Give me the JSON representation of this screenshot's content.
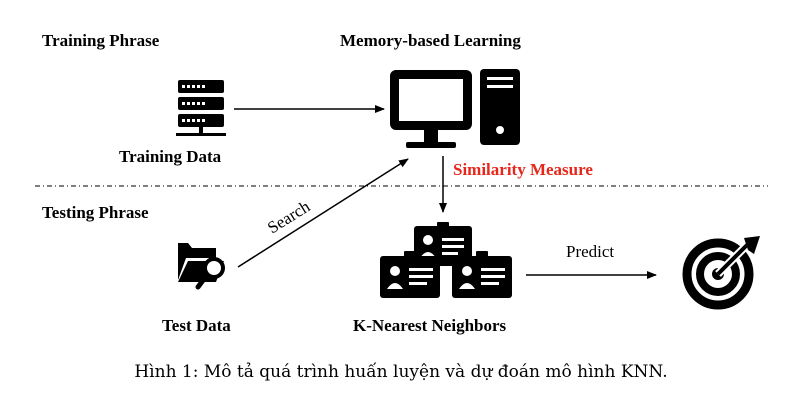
{
  "phases": {
    "training": "Training Phrase",
    "testing": "Testing Phrase"
  },
  "nodes": {
    "memory": "Memory-based Learning",
    "training_data": "Training Data",
    "test_data": "Test Data",
    "similarity": "Similarity Measure",
    "knn": "K-Nearest Neighbors"
  },
  "edges": {
    "search": "Search",
    "predict": "Predict"
  },
  "caption": "Hình 1: Mô tả quá trình huấn luyện và dự đoán mô hình KNN.",
  "colors": {
    "accent": "#e5271c",
    "ink": "#000000"
  },
  "icons": [
    "server-icon",
    "computer-icon",
    "folder-search-icon",
    "people-group-icon",
    "target-icon"
  ]
}
